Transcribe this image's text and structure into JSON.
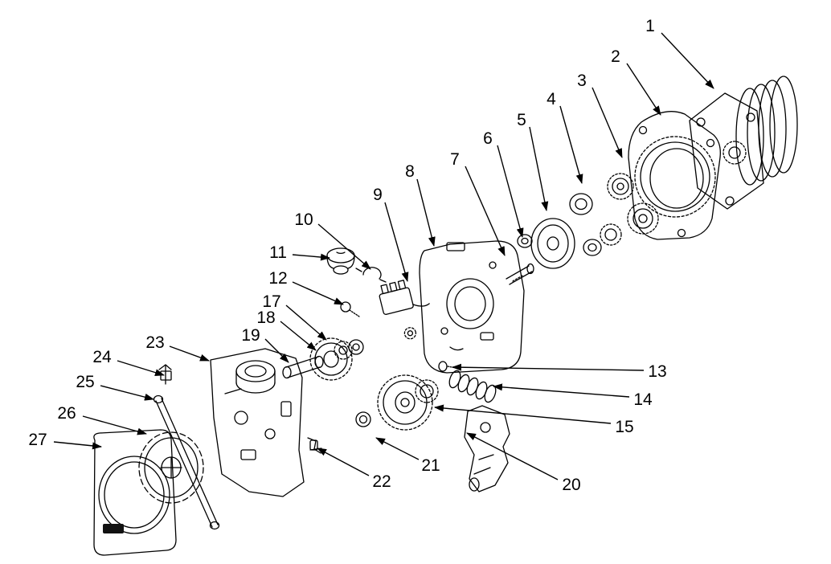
{
  "figure": {
    "type": "exploded-parts-diagram",
    "background": "#ffffff",
    "line_color": "#000000",
    "part_numbers": [
      "1",
      "2",
      "3",
      "4",
      "5",
      "6",
      "7",
      "8",
      "9",
      "10",
      "11",
      "12",
      "13",
      "14",
      "15",
      "17",
      "18",
      "19",
      "20",
      "21",
      "22",
      "23",
      "24",
      "25",
      "26",
      "27"
    ],
    "callouts": [
      {
        "n": "1",
        "label": [
          809,
          31
        ],
        "line": [
          823,
          41,
          888,
          110
        ]
      },
      {
        "n": "2",
        "label": [
          766,
          69
        ],
        "line": [
          780,
          79,
          822,
          143
        ]
      },
      {
        "n": "3",
        "label": [
          724,
          99
        ],
        "line": [
          737,
          109,
          774,
          196
        ]
      },
      {
        "n": "4",
        "label": [
          686,
          122
        ],
        "line": [
          697,
          132,
          724,
          228
        ]
      },
      {
        "n": "5",
        "label": [
          649,
          148
        ],
        "line": [
          659,
          158,
          680,
          262
        ]
      },
      {
        "n": "6",
        "label": [
          607,
          171
        ],
        "line": [
          619,
          181,
          650,
          295
        ]
      },
      {
        "n": "7",
        "label": [
          566,
          197
        ],
        "line": [
          579,
          207,
          628,
          318
        ]
      },
      {
        "n": "8",
        "label": [
          510,
          212
        ],
        "line": [
          519,
          223,
          540,
          306
        ]
      },
      {
        "n": "9",
        "label": [
          470,
          241
        ],
        "line": [
          479,
          252,
          507,
          350
        ]
      },
      {
        "n": "10",
        "label": [
          378,
          272
        ],
        "line": [
          396,
          279,
          461,
          335
        ]
      },
      {
        "n": "11",
        "label": [
          346,
          313
        ],
        "line": [
          364,
          317,
          410,
          321
        ]
      },
      {
        "n": "12",
        "label": [
          346,
          345
        ],
        "line": [
          364,
          351,
          427,
          379
        ]
      },
      {
        "n": "17",
        "label": [
          338,
          374
        ],
        "line": [
          356,
          380,
          406,
          423
        ]
      },
      {
        "n": "18",
        "label": [
          331,
          394
        ],
        "line": [
          349,
          400,
          393,
          436
        ]
      },
      {
        "n": "19",
        "label": [
          312,
          416
        ],
        "line": [
          330,
          422,
          359,
          451
        ]
      },
      {
        "n": "13",
        "label": [
          818,
          461
        ],
        "line": [
          801,
          461,
          563,
          457
        ]
      },
      {
        "n": "14",
        "label": [
          800,
          496
        ],
        "line": [
          783,
          494,
          614,
          481
        ]
      },
      {
        "n": "15",
        "label": [
          777,
          530
        ],
        "line": [
          760,
          527,
          541,
          507
        ]
      },
      {
        "n": "20",
        "label": [
          711,
          602
        ],
        "line": [
          694,
          597,
          581,
          539
        ]
      },
      {
        "n": "21",
        "label": [
          536,
          578
        ],
        "line": [
          521,
          572,
          468,
          545
        ]
      },
      {
        "n": "22",
        "label": [
          475,
          598
        ],
        "line": [
          459,
          592,
          395,
          558
        ]
      },
      {
        "n": "23",
        "label": [
          193,
          425
        ],
        "line": [
          211,
          431,
          260,
          449
        ]
      },
      {
        "n": "24",
        "label": [
          127,
          443
        ],
        "line": [
          146,
          449,
          204,
          467
        ]
      },
      {
        "n": "25",
        "label": [
          106,
          474
        ],
        "line": [
          125,
          480,
          191,
          497
        ]
      },
      {
        "n": "26",
        "label": [
          83,
          513
        ],
        "line": [
          103,
          518,
          182,
          540
        ]
      },
      {
        "n": "27",
        "label": [
          47,
          546
        ],
        "line": [
          67,
          550,
          126,
          556
        ]
      }
    ]
  }
}
